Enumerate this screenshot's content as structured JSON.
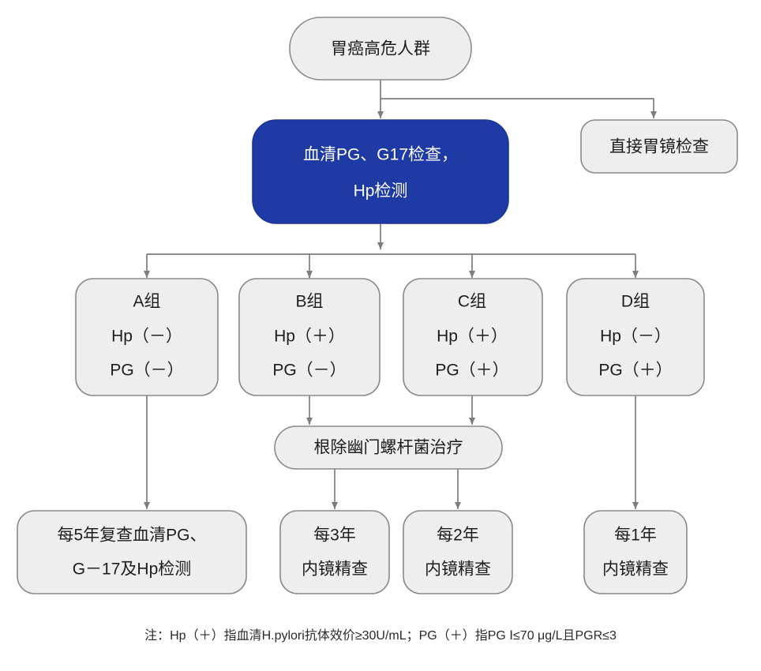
{
  "diagram": {
    "title_node": {
      "label": "胃癌高危人群"
    },
    "colors": {
      "node_fill": "#eeeeee",
      "node_stroke": "#8a8a8a",
      "highlight_fill": "#1e3ba5",
      "highlight_text": "#ffffff",
      "connector": "#7d7d7d",
      "text": "#1d1d1d",
      "background": "#ffffff"
    },
    "nodes": {
      "root": {
        "label": "胃癌高危人群"
      },
      "direct_endoscopy": {
        "label": "直接胃镜检查"
      },
      "serum_test": {
        "line1": "血清PG、G17检查，",
        "line2": "Hp检测"
      },
      "group_a": {
        "line1": "A组",
        "line2": "Hp（－）",
        "line3": "PG（－）"
      },
      "group_b": {
        "line1": "B组",
        "line2": "Hp（＋）",
        "line3": "PG（－）"
      },
      "group_c": {
        "line1": "C组",
        "line2": "Hp（＋）",
        "line3": "PG（＋）"
      },
      "group_d": {
        "line1": "D组",
        "line2": "Hp（－）",
        "line3": "PG（＋）"
      },
      "eradication": {
        "label": "根除幽门螺杆菌治疗"
      },
      "followup_a": {
        "line1": "每5年复查血清PG、",
        "line2": "G－17及Hp检测"
      },
      "followup_b": {
        "line1": "每3年",
        "line2": "内镜精查"
      },
      "followup_c": {
        "line1": "每2年",
        "line2": "内镜精查"
      },
      "followup_d": {
        "line1": "每1年",
        "line2": "内镜精查"
      }
    },
    "footnote": {
      "text": "注：Hp（＋）指血清H.pylori抗体效价≥30U/mL；PG（＋）指PG Ⅰ≤70 μg/L且PGR≤3"
    }
  }
}
